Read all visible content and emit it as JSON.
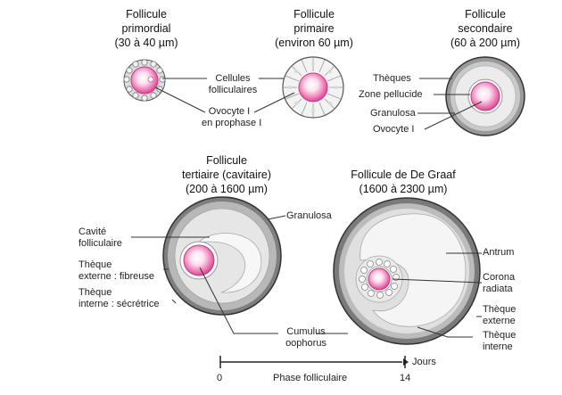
{
  "stages": {
    "primordial": {
      "line1": "Follicule",
      "line2": "primordial",
      "line3": "(30 à 40 µm)"
    },
    "primaire": {
      "line1": "Follicule",
      "line2": "primaire",
      "line3": "(environ 60 µm)"
    },
    "secondaire": {
      "line1": "Follicule",
      "line2": "secondaire",
      "line3": "(60 à 200 µm)"
    },
    "tertiaire": {
      "line1": "Follicule",
      "line2": "tertiaire (cavitaire)",
      "line3": "(200 à 1600 µm)"
    },
    "degraaf": {
      "line1": "Follicule de De Graaf",
      "line2": "(1600 à 2300 µm)"
    }
  },
  "labels": {
    "cellules_folliculaires": {
      "l1": "Cellules",
      "l2": "folliculaires"
    },
    "ovocyte_prophase": {
      "l1": "Ovocyte I",
      "l2": "en prophase I"
    },
    "theques": "Thèques",
    "zone_pellucide": "Zone pellucide",
    "granulosa_sec": "Granulosa",
    "ovocyte_sec": "Ovocyte I",
    "granulosa_ter": "Granulosa",
    "cavite": {
      "l1": "Cavité",
      "l2": "folliculaire"
    },
    "theque_externe_ter": {
      "l1": "Thèque",
      "l2": "externe : fibreuse"
    },
    "theque_interne_ter": {
      "l1": "Thèque",
      "l2": "interne : sécrétrice"
    },
    "cumulus": {
      "l1": "Cumulus",
      "l2": "oophorus"
    },
    "antrum": "Antrum",
    "corona": {
      "l1": "Corona",
      "l2": "radiata"
    },
    "theque_externe_dg": {
      "l1": "Thèque",
      "l2": "externe"
    },
    "theque_interne_dg": {
      "l1": "Thèque",
      "l2": "interne"
    }
  },
  "axis": {
    "start": "0",
    "end": "14",
    "unit": "Jours",
    "caption": "Phase folliculaire"
  },
  "colors": {
    "oocyte": "#e24a9a",
    "oocyte_center": "#ffe6f2",
    "theca_dark": "#8e8e8e",
    "theca_mid": "#bdbdbd",
    "granulosa": "#e8e8e8",
    "antrum": "#f4f4f4",
    "line": "#333333"
  }
}
